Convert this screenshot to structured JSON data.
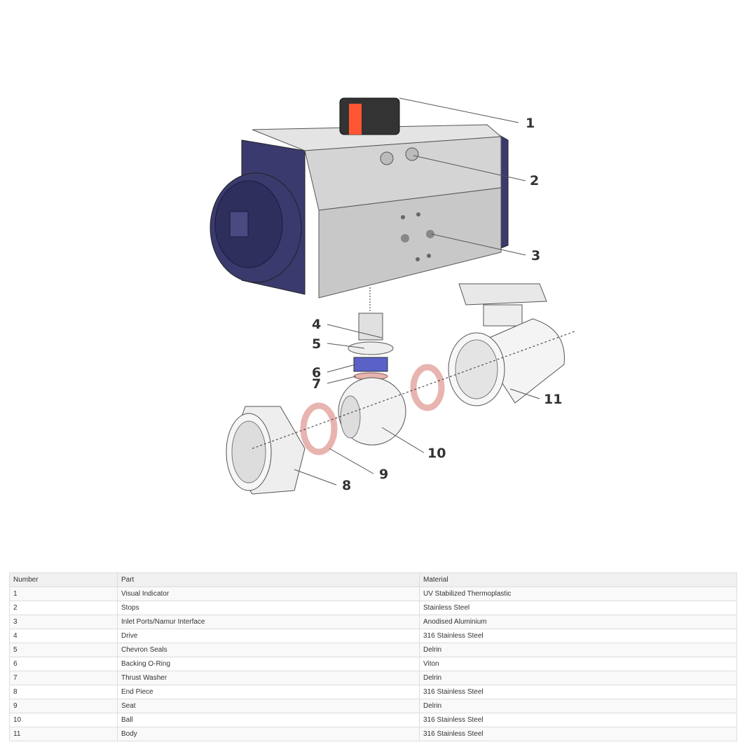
{
  "diagram": {
    "callouts": [
      "1",
      "2",
      "3",
      "4",
      "5",
      "6",
      "7",
      "8",
      "9",
      "10",
      "11"
    ],
    "colors": {
      "endcap": "#3a3a6e",
      "body": "#d8d8d8",
      "indicator": "#ff5533",
      "seal": "#e8b4b0",
      "oring": "#5a62c8"
    }
  },
  "table": {
    "headers": [
      "Number",
      "Part",
      "Material"
    ],
    "rows": [
      [
        "1",
        "Visual Indicator",
        "UV Stabilized Thermoplastic"
      ],
      [
        "2",
        "Stops",
        "Stainless Steel"
      ],
      [
        "3",
        "Inlet Ports/Namur Interface",
        "Anodised Aluminium"
      ],
      [
        "4",
        "Drive",
        "316 Stainless Steel"
      ],
      [
        "5",
        "Chevron Seals",
        "Delrin"
      ],
      [
        "6",
        "Backing O-Ring",
        "Viton"
      ],
      [
        "7",
        "Thrust Washer",
        "Delrin"
      ],
      [
        "8",
        "End Piece",
        "316 Stainless Steel"
      ],
      [
        "9",
        "Seat",
        "Delrin"
      ],
      [
        "10",
        "Ball",
        "316 Stainless Steel"
      ],
      [
        "11",
        "Body",
        "316 Stainless Steel"
      ]
    ]
  }
}
